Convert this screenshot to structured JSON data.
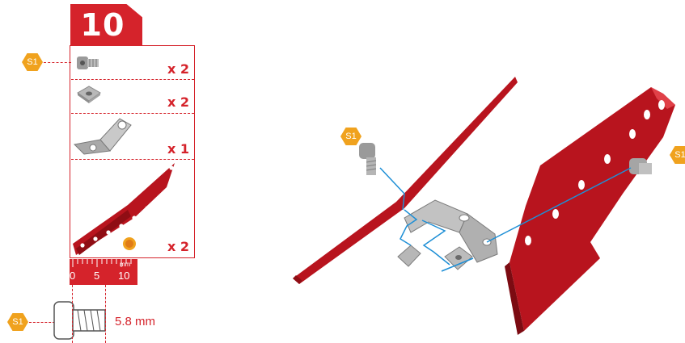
{
  "step": {
    "number": "10"
  },
  "parts": [
    {
      "ref": "S1",
      "name": "screw",
      "qty": "x 2"
    },
    {
      "ref": "",
      "name": "square nut",
      "qty": "x 2"
    },
    {
      "ref": "",
      "name": "angle bracket",
      "qty": "x 1"
    },
    {
      "ref": "",
      "name": "red strip",
      "qty": "x 2"
    }
  ],
  "ruler": {
    "unit": "mm",
    "ticks": [
      "0",
      "5",
      "10"
    ]
  },
  "screw_callout": {
    "ref": "S1",
    "length": "5.8 mm"
  },
  "diagram": {
    "callouts": [
      "S1",
      "S1"
    ]
  },
  "colors": {
    "accent": "#d5232b",
    "badge": "#f0a21e",
    "guide": "#1e8fd6"
  }
}
